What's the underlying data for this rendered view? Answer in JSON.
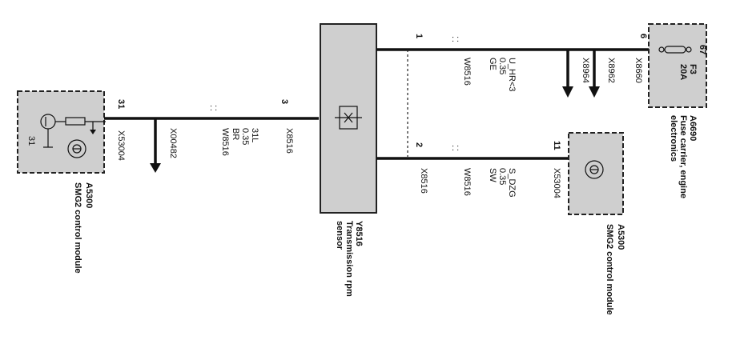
{
  "modules": {
    "a5300_left": {
      "id": "A5300",
      "name": "SMG2 control module",
      "pin_wire": "31",
      "pin_internal": "31",
      "connector": "X53004"
    },
    "y8516": {
      "id": "Y8516",
      "name_line1": "Transmission rpm",
      "name_line2": "sensor",
      "pin_left": "3",
      "pin_top": "1",
      "pin_bottom": "2"
    },
    "a5300_right": {
      "id": "A5300",
      "name": "SMG2 control module",
      "pin": "11",
      "connector": "X53004"
    },
    "a6690": {
      "id": "A6690",
      "name_line1": "Fuse carrier, engine",
      "name_line2": "electronics",
      "fuse_pin": "67",
      "fuse_id": "F3",
      "fuse_rating": "20A",
      "pin": "6",
      "connector": "X8660"
    }
  },
  "wires": {
    "left": {
      "ground": "X00482",
      "harness": "W8516",
      "signal": "31L",
      "gauge": "0.35",
      "color": "BR",
      "connector": "X8516"
    },
    "top": {
      "connector": "X8516",
      "harness": "W8516",
      "signal": "U_HR<3",
      "gauge": "0.35",
      "color": "GE",
      "branch1": "X8964",
      "branch2": "X8962"
    },
    "bottom": {
      "connector": "X8516",
      "harness": "W8516",
      "signal": "S_DZG",
      "gauge": "0.35",
      "color": "SW"
    }
  }
}
